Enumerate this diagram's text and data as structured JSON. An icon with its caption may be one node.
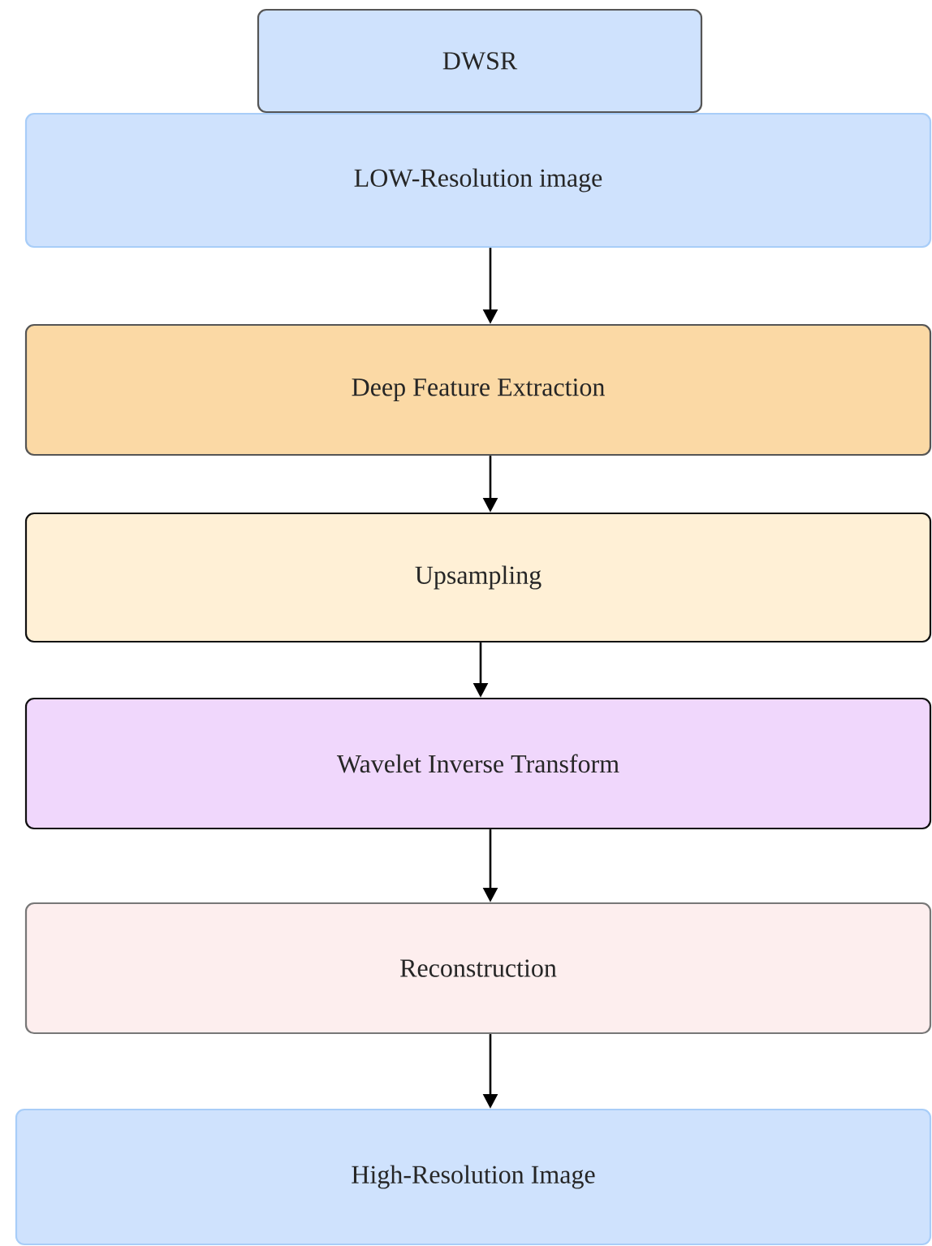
{
  "diagram": {
    "nodes": [
      {
        "text": [
          "DWSR"
        ]
      },
      {
        "text": [
          "LOW-Resolution image"
        ]
      },
      {
        "text": [
          "Deep Feature Extraction"
        ]
      },
      {
        "text": [
          "Upsampling"
        ]
      },
      {
        "text": [
          "Wavelet Inverse Transform"
        ]
      },
      {
        "text": [
          "Reconstruction"
        ]
      },
      {
        "text": [
          "High-Resolution Image"
        ]
      }
    ],
    "edges": [
      {
        "from": 1,
        "to": 2,
        "arrow": "to"
      },
      {
        "from": 2,
        "to": 3,
        "arrow": "to"
      },
      {
        "from": 3,
        "to": 4,
        "arrow": "to"
      },
      {
        "from": 4,
        "to": 5,
        "arrow": "to"
      },
      {
        "from": 5,
        "to": 6,
        "arrow": "to"
      }
    ]
  }
}
